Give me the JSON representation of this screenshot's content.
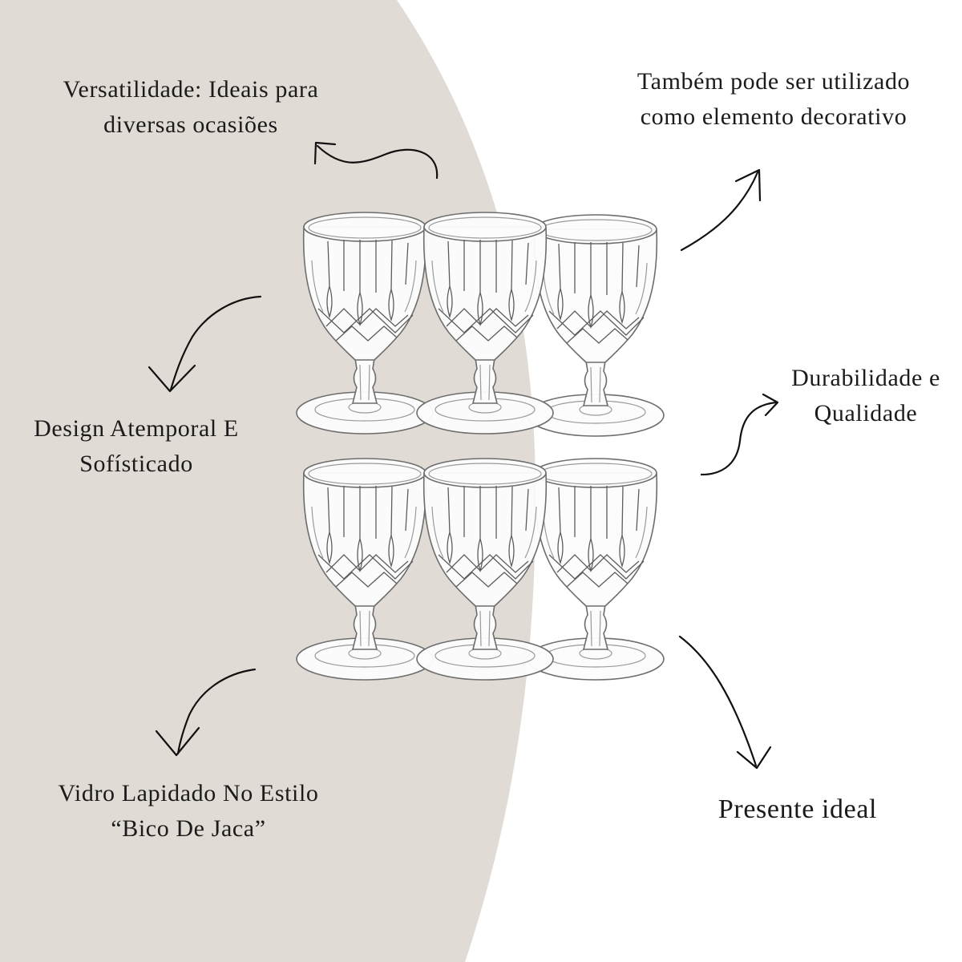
{
  "background": {
    "panel_color": "#e0dbd4",
    "page_color": "#ffffff"
  },
  "captions": {
    "versatility": {
      "line1": "Versatilidade: Ideais para",
      "line2": "diversas ocasiões"
    },
    "decor": {
      "line1": "Também pode ser utilizado",
      "line2": "como elemento decorativo"
    },
    "design": {
      "line1": "Design Atemporal E",
      "line2": "Sofísticado"
    },
    "durability": {
      "line1": "Durabilidade e",
      "line2": "Qualidade"
    },
    "cut_glass": {
      "line1": "Vidro Lapidado No Estilo",
      "line2": "“Bico De Jaca”"
    },
    "gift": {
      "line1": "Presente ideal"
    }
  },
  "product": {
    "glass_count": 6,
    "arrangement": "two rows of three",
    "icons": [
      "curved-arrow",
      "glass-goblet"
    ]
  }
}
